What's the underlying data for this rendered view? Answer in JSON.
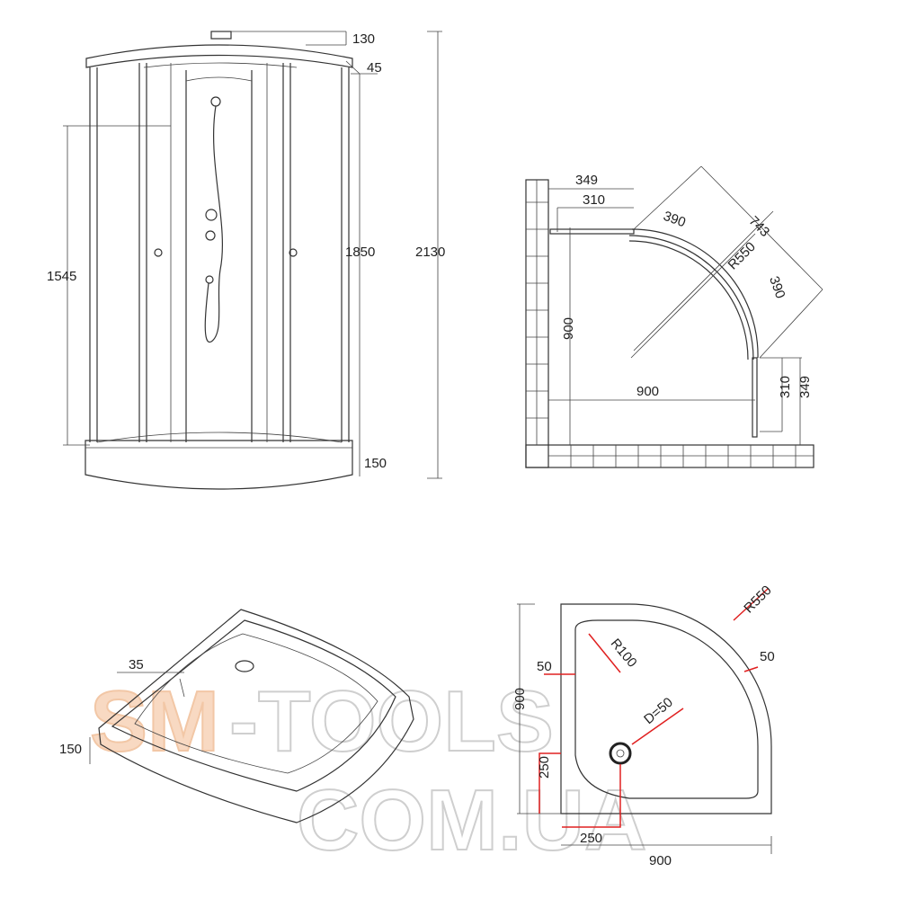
{
  "front_view": {
    "dim_top": "130",
    "dim_roof": "45",
    "dim_handle_height": "1545",
    "dim_cabin_height": "1850",
    "dim_total_height": "2130",
    "dim_tray_height": "150"
  },
  "top_view": {
    "dim_door_outer_top": "349",
    "dim_door_inner_top": "310",
    "dim_arc_1": "390",
    "dim_diagonal": "743",
    "dim_radius": "R550",
    "dim_arc_2": "390",
    "dim_depth": "900",
    "dim_width": "900",
    "dim_door_inner_side": "310",
    "dim_door_outer_side": "349"
  },
  "tray_perspective": {
    "dim_rim": "35",
    "dim_height": "150"
  },
  "tray_plan": {
    "dim_outer_radius": "R550",
    "dim_inner_radius": "R100",
    "dim_rim_left": "50",
    "dim_rim_right": "50",
    "dim_drain": "D=50",
    "dim_depth": "900",
    "dim_drain_y": "250",
    "dim_drain_x": "250",
    "dim_width": "900"
  },
  "watermark": {
    "line1_brand": "SM",
    "line1_rest": "-TOOLS",
    "line2": "COM.UA"
  }
}
